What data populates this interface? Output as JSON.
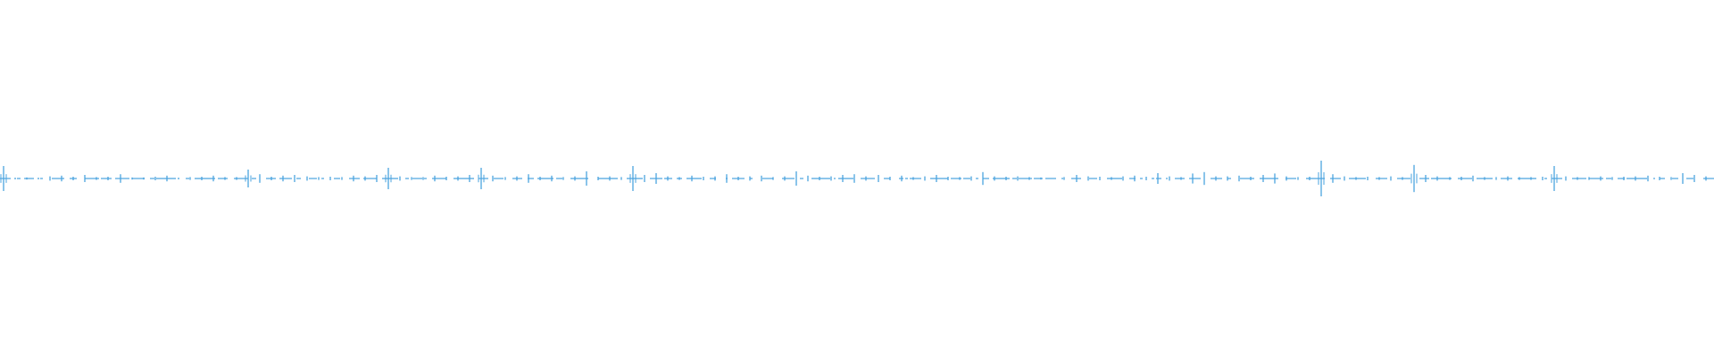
{
  "waveform": {
    "color": "#4aa3df",
    "peaks": [
      0.35,
      0.02,
      0.03,
      0.02,
      0.06,
      0.08,
      0.05,
      0.1,
      0.04,
      0.05,
      0.12,
      0.03,
      0.03,
      0.05,
      0.08,
      0.02,
      0.04,
      0.05,
      0.08,
      0.04,
      0.04,
      0.25,
      0.12,
      0.05,
      0.08,
      0.1,
      0.06,
      0.04,
      0.05,
      0.04,
      0.08,
      0.06,
      0.1,
      0.3,
      0.06,
      0.04,
      0.04,
      0.08,
      0.05,
      0.06,
      0.1,
      0.3,
      0.08,
      0.04,
      0.06,
      0.12,
      0.05,
      0.08,
      0.04,
      0.06,
      0.2,
      0.05,
      0.06,
      0.04,
      0.35,
      0.1,
      0.15,
      0.06,
      0.04,
      0.08,
      0.05,
      0.06,
      0.12,
      0.05,
      0.06,
      0.08,
      0.04,
      0.06,
      0.2,
      0.08,
      0.05,
      0.06,
      0.1,
      0.12,
      0.06,
      0.1,
      0.05,
      0.08,
      0.04,
      0.06,
      0.1,
      0.05,
      0.04,
      0.06,
      0.18,
      0.06,
      0.05,
      0.06,
      0.04,
      0.03,
      0.0,
      0.04,
      0.1,
      0.06,
      0.05,
      0.04,
      0.06,
      0.08,
      0.05,
      0.15,
      0.06,
      0.04,
      0.14,
      0.18,
      0.06,
      0.06,
      0.08,
      0.05,
      0.1,
      0.14,
      0.06,
      0.04,
      0.05,
      0.5,
      0.12,
      0.06,
      0.04,
      0.05,
      0.04,
      0.06,
      0.04,
      0.38,
      0.1,
      0.06,
      0.04,
      0.05,
      0.08,
      0.04,
      0.04,
      0.06,
      0.04,
      0.04,
      0.05,
      0.35,
      0.06,
      0.04,
      0.04,
      0.06,
      0.04,
      0.05,
      0.06,
      0.08,
      0.05,
      0.04,
      0.15,
      0.1,
      0.06
    ]
  }
}
